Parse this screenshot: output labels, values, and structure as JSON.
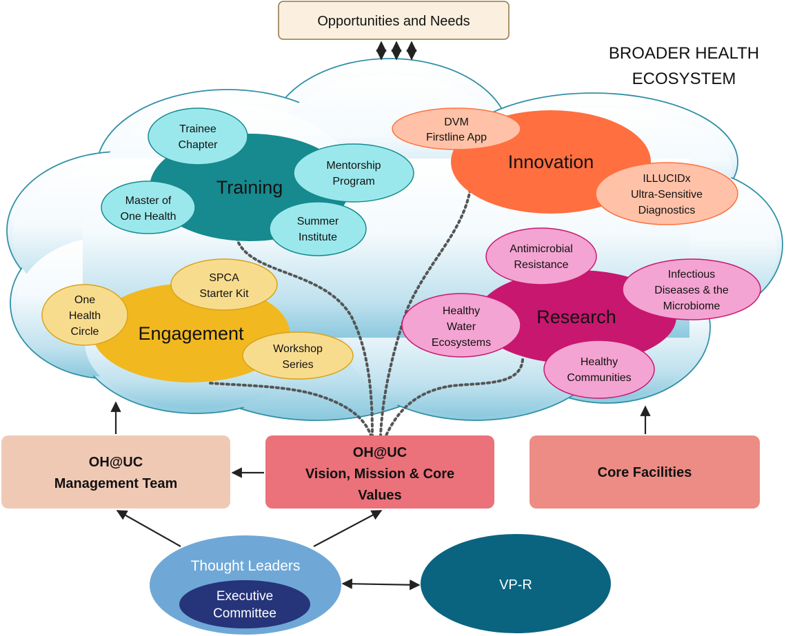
{
  "top_box": {
    "label": "Opportunities and Needs"
  },
  "ecosystem": {
    "line1": "BROADER HEALTH",
    "line2": "ECOSYSTEM"
  },
  "training": {
    "label": "Training",
    "items": [
      {
        "line1": "Trainee",
        "line2": "Chapter"
      },
      {
        "line1": "Mentorship",
        "line2": "Program"
      },
      {
        "line1": "Master of",
        "line2": "One Health"
      },
      {
        "line1": "Summer",
        "line2": "Institute"
      }
    ]
  },
  "innovation": {
    "label": "Innovation",
    "items": [
      {
        "line1": "DVM",
        "line2": "Firstline App"
      },
      {
        "line1": "ILLUCIDx",
        "line2": "Ultra-Sensitive",
        "line3": "Diagnostics"
      }
    ]
  },
  "engagement": {
    "label": "Engagement",
    "items": [
      {
        "line1": "SPCA",
        "line2": "Starter Kit"
      },
      {
        "line1": "One",
        "line2": "Health",
        "line3": "Circle"
      },
      {
        "line1": "Workshop",
        "line2": "Series"
      }
    ]
  },
  "research": {
    "label": "Research",
    "items": [
      {
        "line1": "Antimicrobial",
        "line2": "Resistance"
      },
      {
        "line1": "Infectious",
        "line2": "Diseases & the",
        "line3": "Microbiome"
      },
      {
        "line1": "Healthy",
        "line2": "Water",
        "line3": "Ecosystems"
      },
      {
        "line1": "Healthy",
        "line2": "Communities"
      }
    ]
  },
  "management": {
    "line1": "OH@UC",
    "line2": "Management Team"
  },
  "vision": {
    "line1": "OH@UC",
    "line2": "Vision, Mission & Core",
    "line3": "Values"
  },
  "core_facilities": {
    "label": "Core Facilities"
  },
  "thought_leaders": {
    "label": "Thought Leaders"
  },
  "executive": {
    "line1": "Executive",
    "line2": "Committee"
  },
  "vpr": {
    "label": "VP-R"
  },
  "colors": {
    "training": "#168A8E",
    "training_item": "#9BE8EC",
    "innovation": "#FF6F3F",
    "innovation_item": "#FFC2A8",
    "engagement": "#F1B820",
    "engagement_item": "#F8DC8E",
    "research": "#C8176F",
    "research_item": "#F4A4D2",
    "management": "#F0C9B5",
    "vision": "#EB717A",
    "core": "#EC8C84",
    "thought": "#6FA8D6",
    "executive": "#26347A",
    "vpr": "#0A6480",
    "top_box_fill": "#FBF0DF",
    "top_box_stroke": "#A08860"
  }
}
